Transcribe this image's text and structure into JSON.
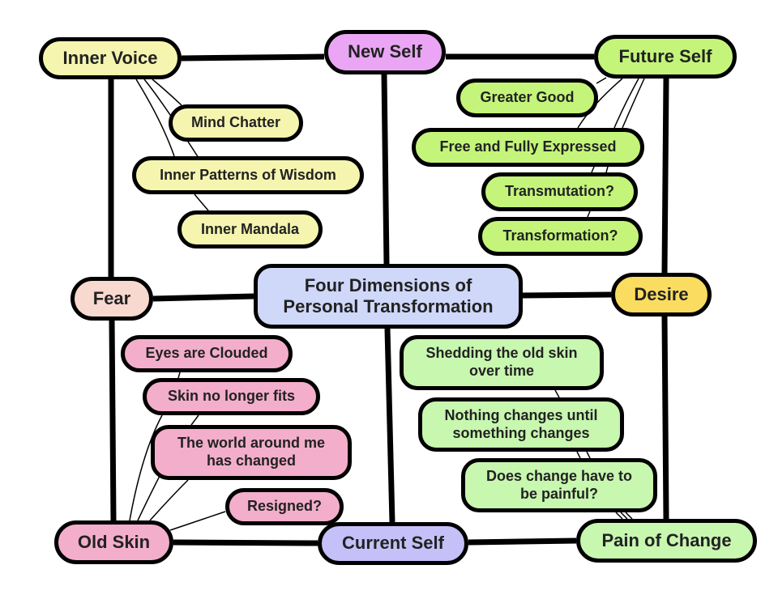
{
  "title": "Four Dimensions of Personal Transformation",
  "colors": {
    "inner_voice": "#f5f5b0",
    "new_self": "#eaa6f5",
    "future_self": "#c4f57a",
    "fear": "#f8d9cf",
    "center": "#cfd8f9",
    "desire": "#fadd60",
    "old_skin": "#f3aecb",
    "current_self": "#c5c0f8",
    "pain_of_change": "#c8f7b0",
    "line": "#000000"
  },
  "nodes": {
    "center": {
      "line1": "Four Dimensions of",
      "line2": "Personal Transformation"
    },
    "inner_voice": "Inner Voice",
    "new_self": "New Self",
    "future_self": "Future Self",
    "fear": "Fear",
    "desire": "Desire",
    "old_skin": "Old Skin",
    "current_self": "Current Self",
    "pain_of_change": "Pain of Change"
  },
  "inner_voice_children": [
    "Mind Chatter",
    "Inner Patterns of Wisdom",
    "Inner Mandala"
  ],
  "future_self_children": [
    "Greater Good",
    "Free and Fully Expressed",
    "Transmutation?",
    "Transformation?"
  ],
  "old_skin_children": {
    "eyes": "Eyes are Clouded",
    "skin": "Skin no longer fits",
    "world": {
      "line1": "The world around me",
      "line2": "has changed"
    },
    "resigned": "Resigned?"
  },
  "pain_children": {
    "shedding": {
      "line1": "Shedding the old skin",
      "line2": "over time"
    },
    "nothing": {
      "line1": "Nothing changes until",
      "line2": "something changes"
    },
    "does": {
      "line1": "Does change have to",
      "line2": "be painful?"
    }
  }
}
